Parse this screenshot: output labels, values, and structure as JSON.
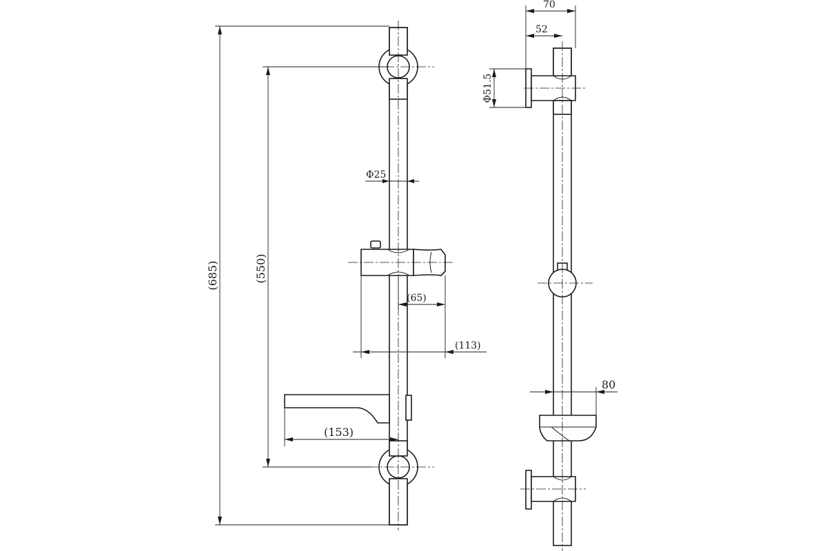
{
  "drawing": {
    "front_view": {
      "dimensions": {
        "overall_height": "(685)",
        "bracket_spacing": "(550)",
        "rod_diameter": "Φ25",
        "slider_offset_small": "(65)",
        "slider_offset_large": "(113)",
        "soap_dish_length": "(153)"
      }
    },
    "side_view": {
      "dimensions": {
        "total_depth": "70",
        "rod_depth": "52",
        "flange_diameter": "Φ51.5",
        "dish_depth": "80"
      }
    }
  }
}
